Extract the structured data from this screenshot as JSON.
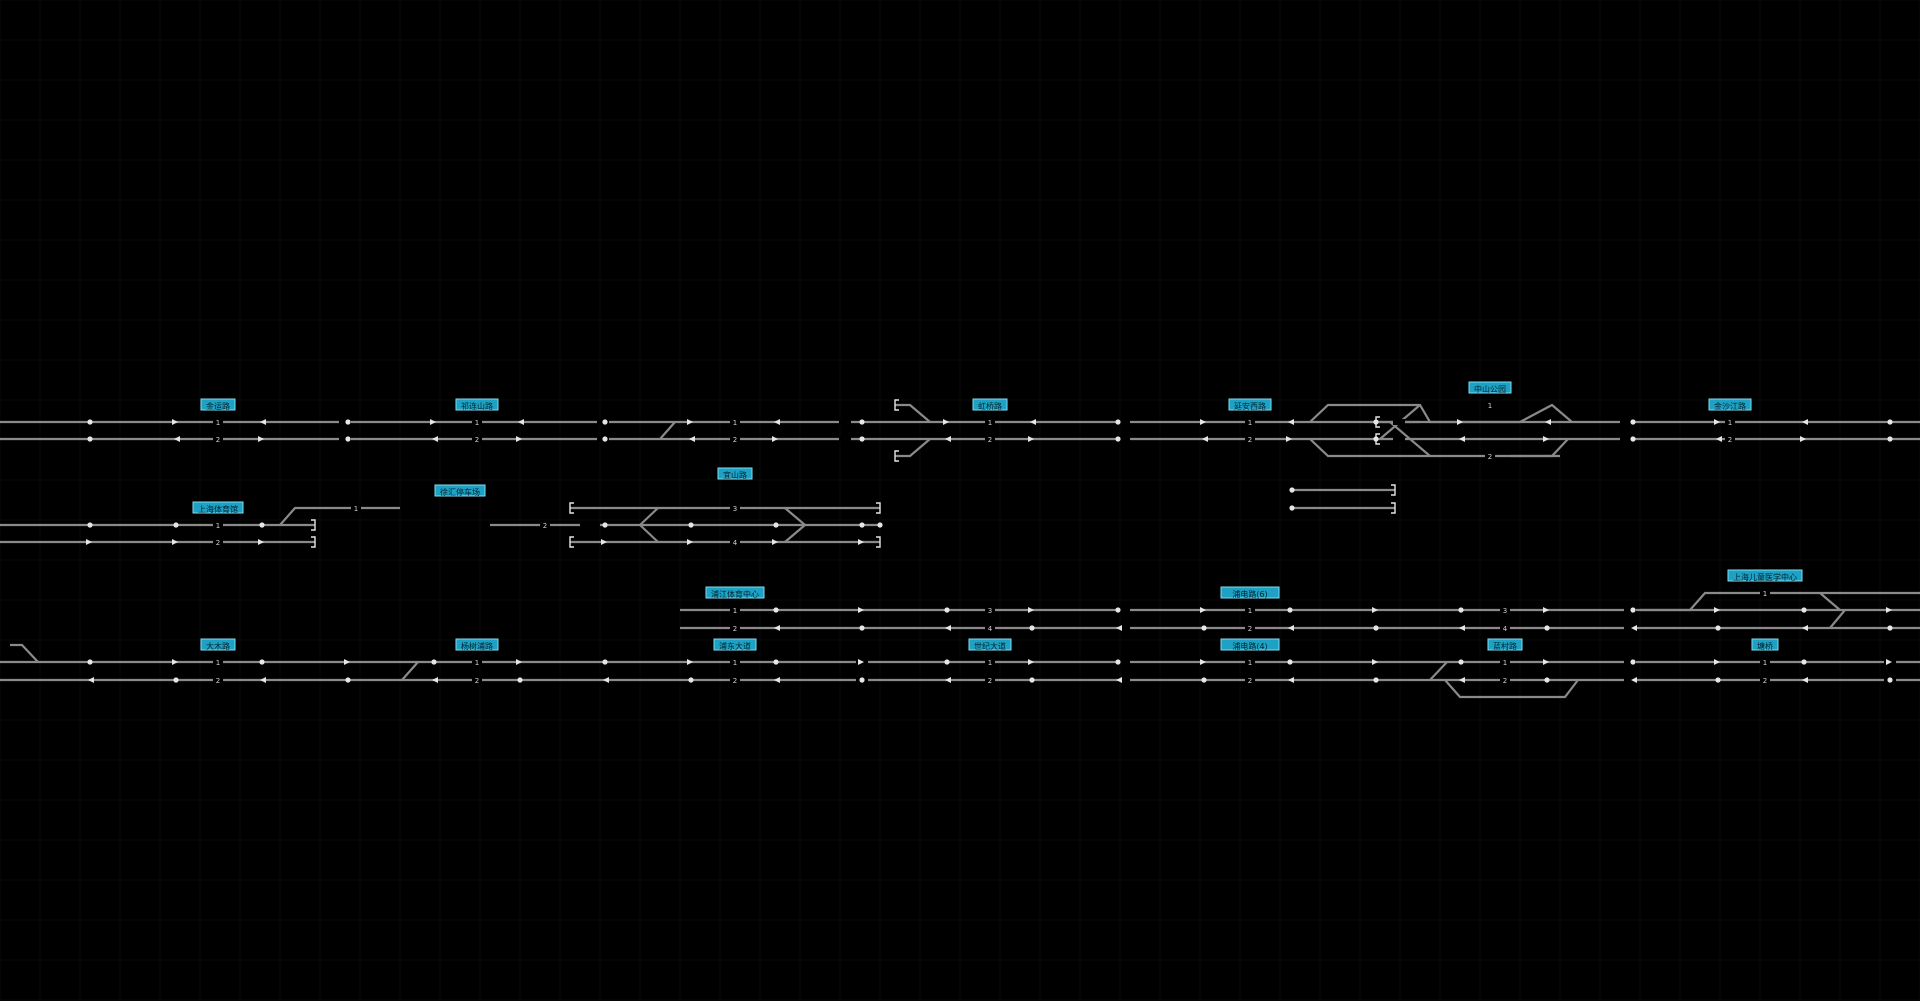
{
  "palette": {
    "background": "#000000",
    "track": "#8a8a8a",
    "signal": "#e6e6e6",
    "label_bg": "#1da1c4",
    "label_border": "#7fdcf0",
    "label_text": "#04222b",
    "track_number": "#d0d0d0"
  },
  "stations": [
    {
      "id": "st-jinyunlu",
      "name": "金运路"
    },
    {
      "id": "st-qilianshanlu",
      "name": "祁连山路"
    },
    {
      "id": "st-hongqiaolu",
      "name": "虹桥路"
    },
    {
      "id": "st-yananxilu",
      "name": "延安西路"
    },
    {
      "id": "st-zhongshangongyuan",
      "name": "中山公园"
    },
    {
      "id": "st-jinshajianglu",
      "name": "金沙江路"
    },
    {
      "id": "st-shanghaitiyuguan",
      "name": "上海体育馆"
    },
    {
      "id": "st-xuhuitingchechang",
      "name": "徐汇停车场"
    },
    {
      "id": "st-yishanlu",
      "name": "宜山路"
    },
    {
      "id": "st-pujiangtiyuzhongxin",
      "name": "浦江体育中心"
    },
    {
      "id": "st-pudianlu6",
      "name": "浦电路(6)"
    },
    {
      "id": "st-shanghaiertongyixue",
      "name": "上海儿童医学中心"
    },
    {
      "id": "st-damulu",
      "name": "大木路"
    },
    {
      "id": "st-yangshupulu",
      "name": "杨树浦路"
    },
    {
      "id": "st-pudongdadao",
      "name": "浦东大道"
    },
    {
      "id": "st-shijidadao",
      "name": "世纪大道"
    },
    {
      "id": "st-pudianlu4",
      "name": "浦电路(4)"
    },
    {
      "id": "st-lancunlu",
      "name": "蓝村路"
    },
    {
      "id": "st-tangqiao",
      "name": "塘桥"
    }
  ],
  "track_numbers": [
    "1",
    "2",
    "3",
    "4"
  ]
}
